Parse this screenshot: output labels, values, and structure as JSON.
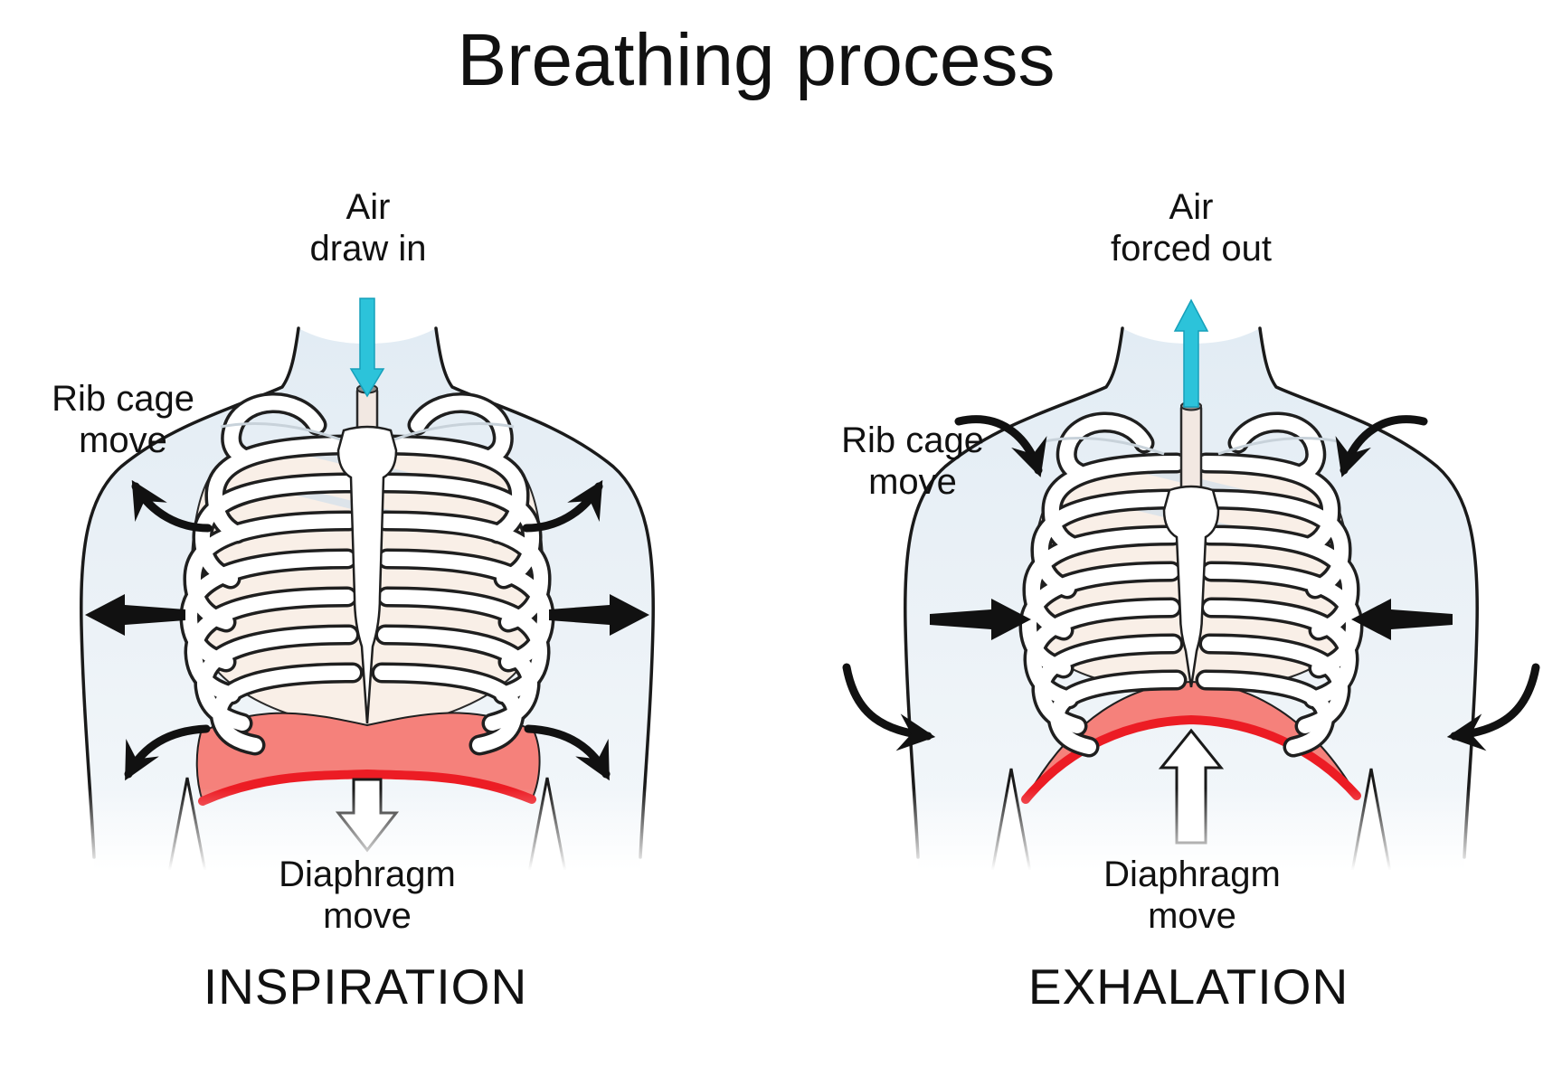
{
  "title": "Breathing process",
  "figures": {
    "inspiration": {
      "caption": "INSPIRATION",
      "air_label": {
        "line1": "Air",
        "line2": "draw in"
      },
      "rib_cage_label": {
        "line1": "Rib cage",
        "line2": "move"
      },
      "diaphragm_label": {
        "line1": "Diaphragm",
        "line2": "move"
      }
    },
    "exhalation": {
      "caption": "EXHALATION",
      "air_label": {
        "line1": "Air",
        "line2": "forced out"
      },
      "rib_cage_label": {
        "line1": "Rib cage",
        "line2": "move"
      },
      "diaphragm_label": {
        "line1": "Diaphragm",
        "line2": "move"
      }
    }
  },
  "colors": {
    "air_arrow": "#2cc3da",
    "diaphragm_fill": "#f5817b",
    "diaphragm_edge": "#ec1c24",
    "body_fill": "#e9f1f7",
    "bone_fill": "#ffffff",
    "chest_fill": "#f9efe7",
    "movement_arrow": "#111111",
    "text": "#111111",
    "background": "#ffffff"
  }
}
